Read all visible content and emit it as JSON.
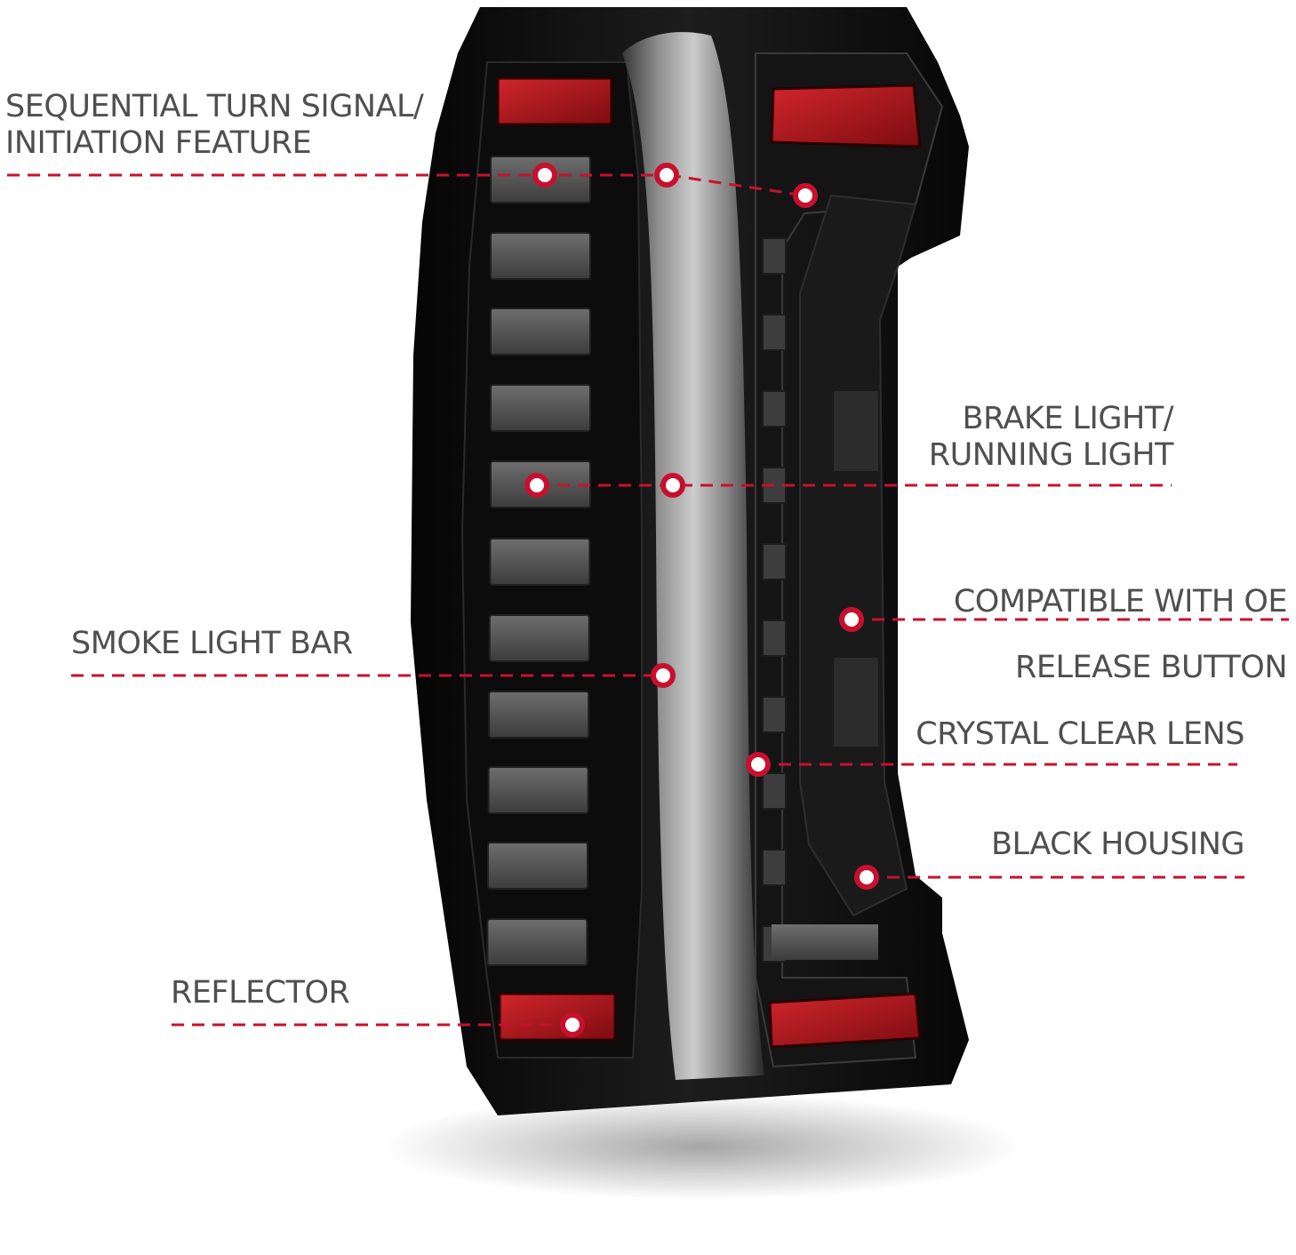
{
  "colors": {
    "accent": "#c8102e",
    "label_text": "#4f4f4f",
    "housing": "#121212",
    "reflector": "#b0151b",
    "light_cell": "#4d4d4d",
    "lens_bar": "#bdbdbd"
  },
  "callouts": [
    {
      "id": "sequential-turn-signal",
      "lines": [
        "SEQUENTIAL TURN SIGNAL/",
        "INITIATION FEATURE"
      ]
    },
    {
      "id": "brake-light",
      "lines": [
        "BRAKE LIGHT/",
        "RUNNING LIGHT"
      ]
    },
    {
      "id": "compatible-with-oe",
      "lines": [
        "COMPATIBLE WITH OE",
        "RELEASE BUTTON"
      ]
    },
    {
      "id": "smoke-light-bar",
      "lines": [
        "SMOKE LIGHT BAR"
      ]
    },
    {
      "id": "crystal-clear-lens",
      "lines": [
        "CRYSTAL CLEAR LENS"
      ]
    },
    {
      "id": "black-housing",
      "lines": [
        "BLACK HOUSING"
      ]
    },
    {
      "id": "reflector",
      "lines": [
        "REFLECTOR"
      ]
    }
  ]
}
